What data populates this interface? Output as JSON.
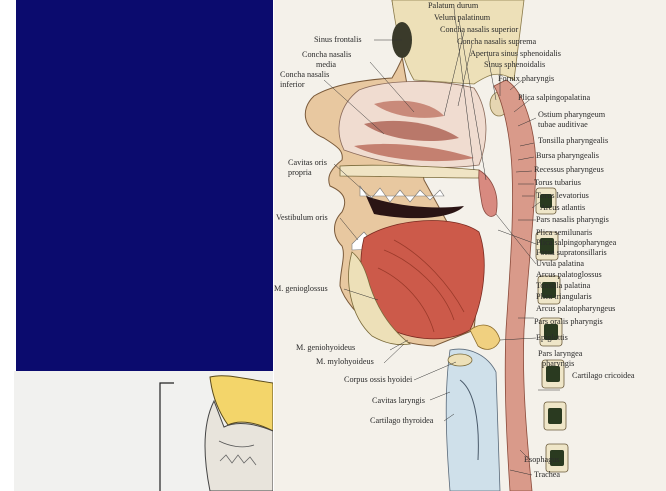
{
  "labels": {
    "palatum_durum": "Palatum durum",
    "velum_palatinum": "Velum palatinum",
    "concha_nasalis_superior": "Concha nasalis superior",
    "concha_nasalis_suprema": "Concha nasalis suprema",
    "apertura_sinus_sphenoidalis": "Apertura sinus sphenoidalis",
    "sinus_sphenoidalis": "Sinus sphenoidalis",
    "fornix_pharyngis": "Fornix pharyngis",
    "plica_salpingopalatina": "Plica salpingopalatina",
    "ostium_pharyngeum_1": "Ostium pharyngeum",
    "ostium_pharyngeum_2": "tubae auditivae",
    "tonsilla_pharyngealis": "Tonsilla pharyngealis",
    "bursa_pharyngealis": "Bursa pharyngealis",
    "recessus_pharyngeus": "Recessus pharyngeus",
    "torus_tubarius": "Torus tubarius",
    "torus_levatorius": "Torus levatorius",
    "arcus_atlantis": "Arcus atlantis",
    "pars_nasalis_pharyngis": "Pars nasalis pharyngis",
    "plica_semilunaris": "Plica semilunaris",
    "plica_salpingopharyngea": "Plica salpingopharyngea",
    "fossa_supratonsillaris": "Fossa supratonsillaris",
    "uvula_palatina": "Uvula palatina",
    "arcus_palatoglossus": "Arcus palatoglossus",
    "tonsilla_palatina": "Tonsilla palatina",
    "plica_triangularis": "Plica triangularis",
    "arcus_palatopharyngeus": "Arcus palatopharyngeus",
    "pars_oralis_pharyngis": "Pars oralis pharyngis",
    "epiglottis": "Epiglottis",
    "pars_laryngea_1": "Pars laryngea",
    "pars_laryngea_2": "pharyngis",
    "cartilago_cricoidea": "Cartilago cricoidea",
    "esophagus": "Esophagus",
    "trachea": "Trachea",
    "sinus_frontalis": "Sinus frontalis",
    "concha_nasalis_media_1": "Concha nasalis",
    "concha_nasalis_media_2": "media",
    "concha_nasalis_inferior_1": "Concha nasalis",
    "concha_nasalis_inferior_2": "inferior",
    "cavitas_oris_propria_1": "Cavitas oris",
    "cavitas_oris_propria_2": "propria",
    "vestibulum_oris": "Vestibulum oris",
    "m_genioglossus": "M. genioglossus",
    "m_geniohyoideus": "M. geniohyoideus",
    "m_mylohyoideus": "M. mylohyoideus",
    "corpus_ossis_hyoidei": "Corpus ossis hyoidei",
    "cavitas_laryngis": "Cavitas laryngis",
    "cartilago_thyroidea": "Cartilago thyroidea"
  }
}
